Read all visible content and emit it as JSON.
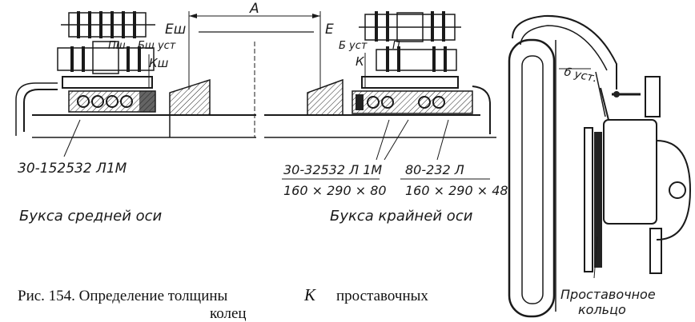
{
  "labels": {
    "dim_a": "А",
    "e_sh": "Еш",
    "e": "Е",
    "p_sh": "Пш",
    "b_sh_ust": "Бш уст",
    "k_sh": "Кш",
    "b_ust": "Б уст",
    "p": "П",
    "k": "К",
    "b_ust_right": "б уст.",
    "bearing_middle": "30-152532 Л1М",
    "bearing_outer1": "30-32532 Л 1М",
    "bearing_outer1_size": "160 × 290 × 80",
    "bearing_outer2": "80-232 Л",
    "bearing_outer2_size": "160 × 290 × 48",
    "axlebox_middle": "Букса средней оси",
    "axlebox_outer": "Букса крайней оси",
    "ring_line1": "Проставочное",
    "ring_line2": "кольцо"
  },
  "caption": {
    "prefix": "Рис. 154. Определение толщины",
    "symbol": "К",
    "suffix": "проставочных",
    "line2": "колец"
  }
}
